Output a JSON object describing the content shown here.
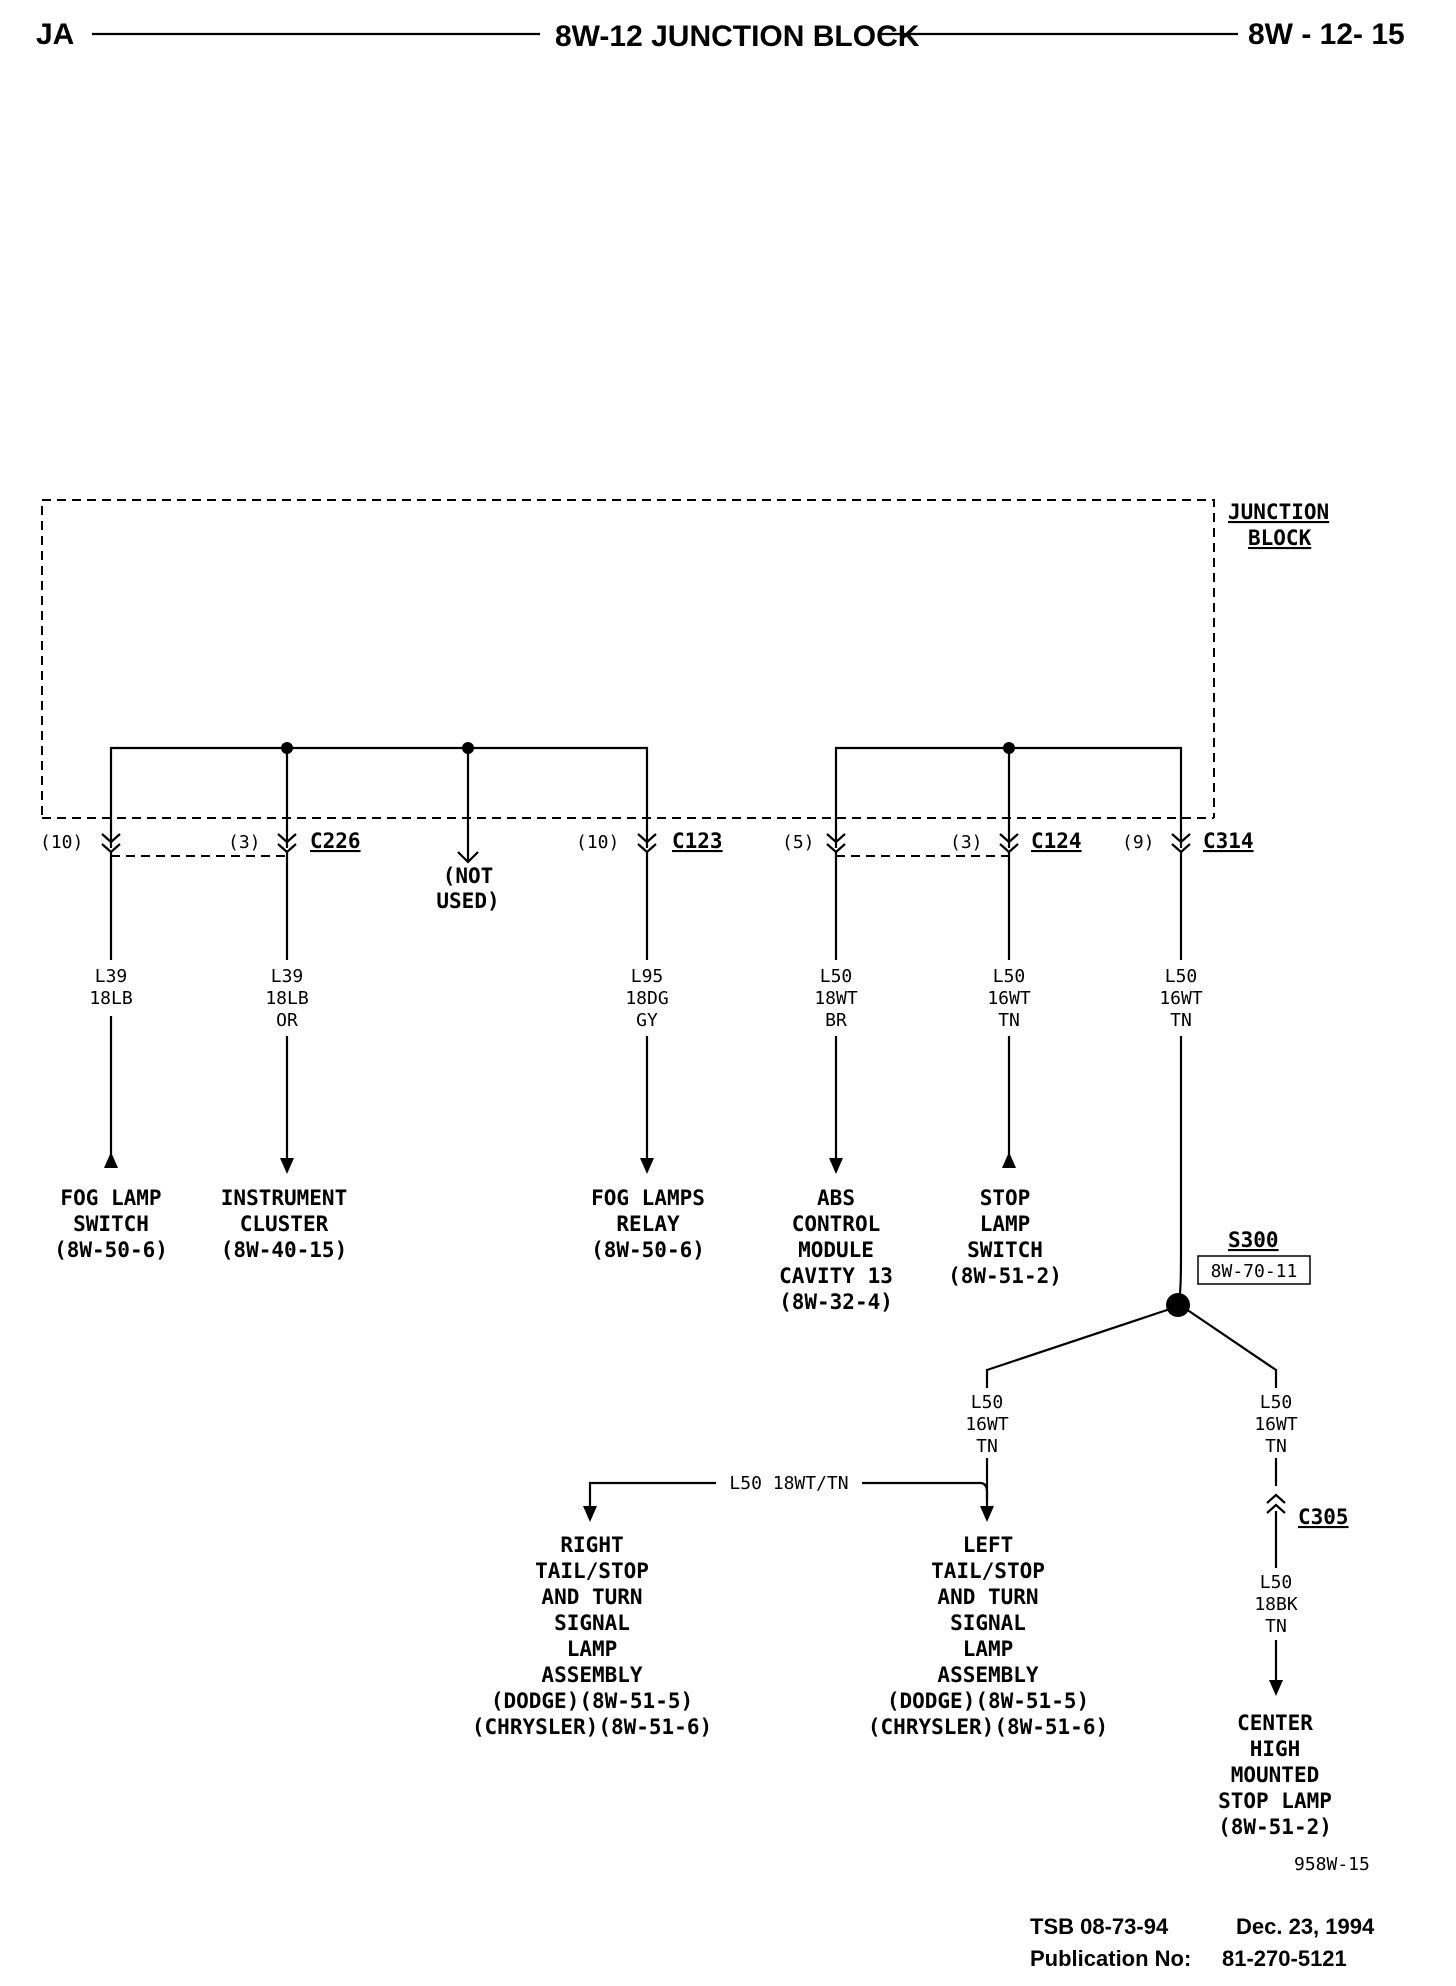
{
  "header": {
    "left": "JA",
    "center": "8W-12 JUNCTION BLOCK",
    "right": "8W - 12- 15"
  },
  "junction_block": {
    "label_line1": "JUNCTION",
    "label_line2": "BLOCK"
  },
  "connectors": {
    "c226": "C226",
    "c123": "C123",
    "c124": "C124",
    "c314": "C314",
    "c305": "C305"
  },
  "pins": {
    "p1": "(10)",
    "p2": "(3)",
    "p4": "(10)",
    "p5": "(5)",
    "p6": "(3)",
    "p7": "(9)"
  },
  "not_used": {
    "line1": "(NOT",
    "line2": "USED)"
  },
  "wires": {
    "w1": {
      "circuit": "L39",
      "gauge": "18LB",
      "tracer": ""
    },
    "w2": {
      "circuit": "L39",
      "gauge": "18LB",
      "tracer": "OR"
    },
    "w3": {
      "circuit": "L95",
      "gauge": "18DG",
      "tracer": "GY"
    },
    "w4": {
      "circuit": "L50",
      "gauge": "18WT",
      "tracer": "BR"
    },
    "w5": {
      "circuit": "L50",
      "gauge": "16WT",
      "tracer": "TN"
    },
    "w6": {
      "circuit": "L50",
      "gauge": "16WT",
      "tracer": "TN"
    },
    "w7": {
      "circuit": "L50",
      "gauge": "16WT",
      "tracer": "TN"
    },
    "w8": {
      "circuit": "L50",
      "gauge": "16WT",
      "tracer": "TN"
    },
    "w9": {
      "circuit": "L50",
      "gauge": "18BK",
      "tracer": "TN"
    },
    "horizontal": "L50 18WT/TN"
  },
  "components": {
    "fog_switch": [
      "FOG LAMP",
      "SWITCH",
      "(8W-50-6)"
    ],
    "cluster": [
      "INSTRUMENT",
      "CLUSTER",
      "(8W-40-15)"
    ],
    "fog_relay": [
      "FOG LAMPS",
      "RELAY",
      "(8W-50-6)"
    ],
    "abs": [
      "ABS",
      "CONTROL",
      "MODULE",
      "CAVITY 13",
      "(8W-32-4)"
    ],
    "stop_switch": [
      "STOP",
      "LAMP",
      "SWITCH",
      "(8W-51-2)"
    ],
    "right_lamp": [
      "RIGHT",
      "TAIL/STOP",
      "AND TURN",
      "SIGNAL",
      "LAMP",
      "ASSEMBLY",
      "(DODGE)(8W-51-5)",
      "(CHRYSLER)(8W-51-6)"
    ],
    "left_lamp": [
      "LEFT",
      "TAIL/STOP",
      "AND TURN",
      "SIGNAL",
      "LAMP",
      "ASSEMBLY",
      "(DODGE)(8W-51-5)",
      "(CHRYSLER)(8W-51-6)"
    ],
    "chmsl": [
      "CENTER",
      "HIGH",
      "MOUNTED",
      "STOP LAMP",
      "(8W-51-2)"
    ]
  },
  "splice": {
    "name": "S300",
    "ref": "8W-70-11"
  },
  "figure_id": "958W-15",
  "footer": {
    "tsb": "TSB 08-73-94",
    "date": "Dec. 23, 1994",
    "pub_label": "Publication No:",
    "pub_no": "81-270-5121"
  }
}
